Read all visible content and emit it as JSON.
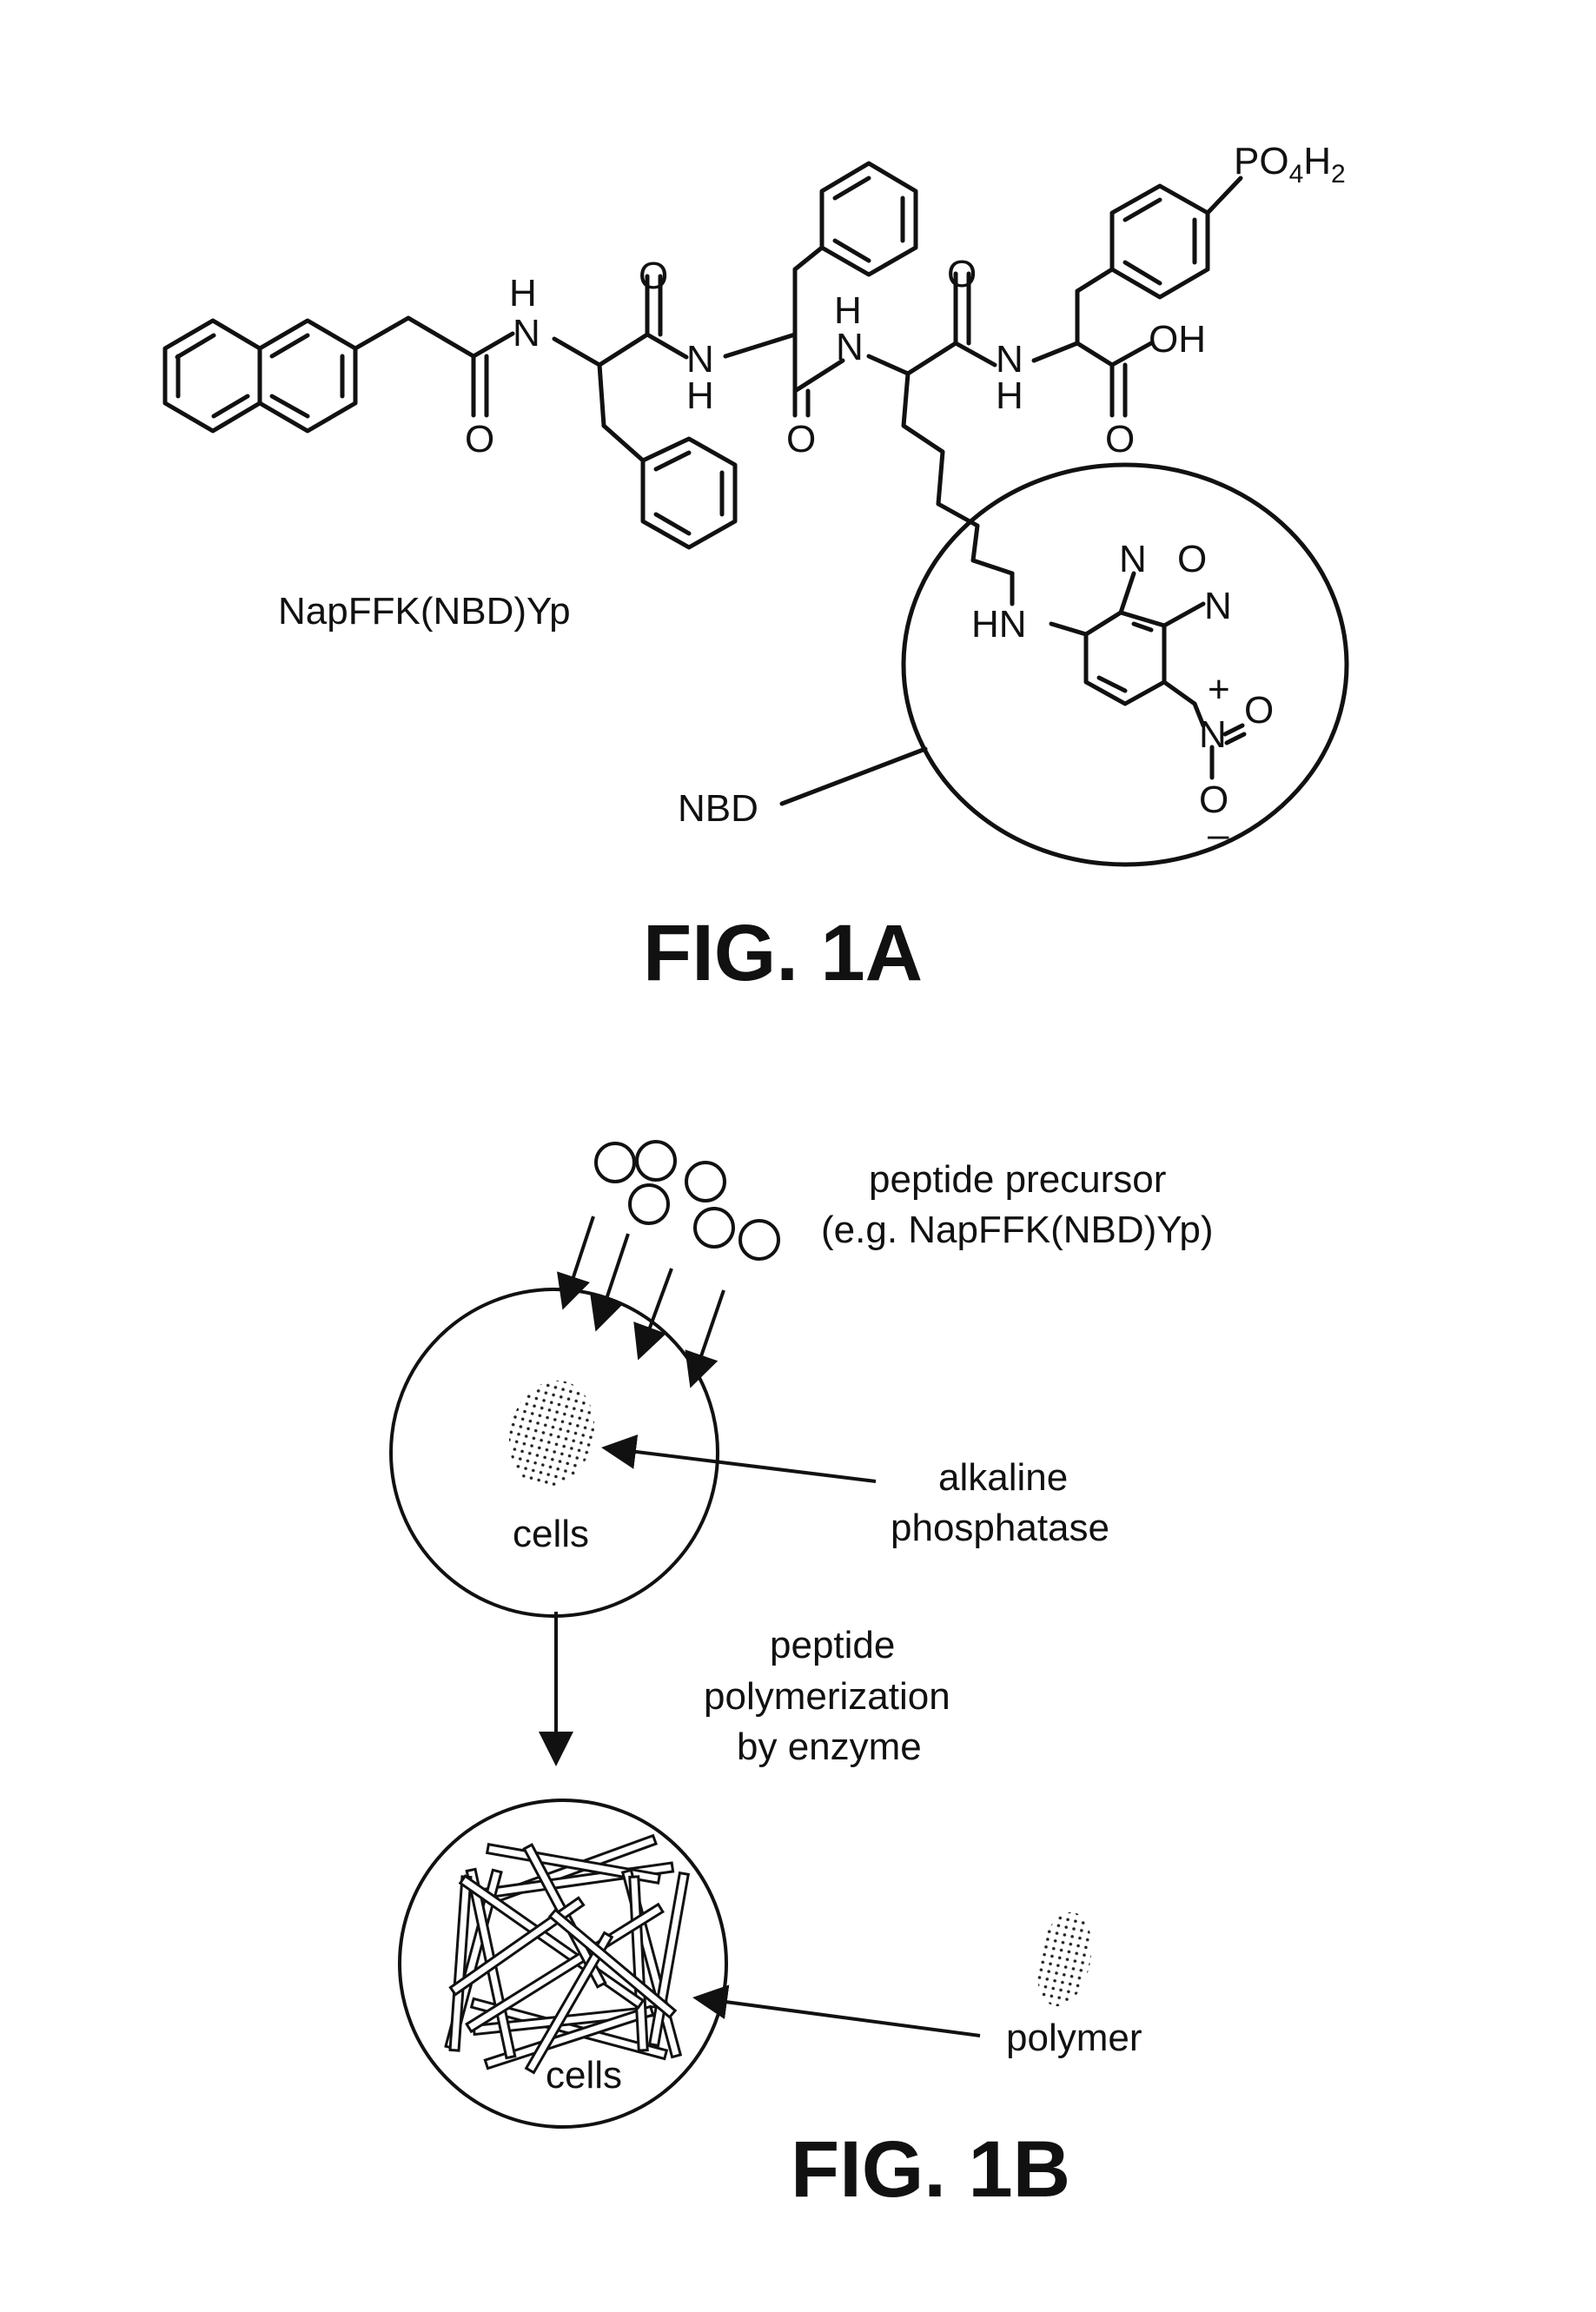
{
  "fig1a": {
    "compound_name": "NapFFK(NBD)Yp",
    "group_label": "NBD",
    "figure_label": "FIG. 1A",
    "atoms": {
      "po4h2_main": "PO",
      "po4h2_sub4": "4",
      "po4h2_h": "H",
      "po4h2_sub2": "2",
      "oh": "OH",
      "hn": "HN",
      "n": "N",
      "o": "O",
      "h": "H",
      "plus": "+",
      "minus": "–"
    }
  },
  "fig1b": {
    "precursor_line1": "peptide precursor",
    "precursor_line2": "(e.g. NapFFK(NBD)Yp)",
    "enzyme_line1": "alkaline",
    "enzyme_line2": "phosphatase",
    "cells_top": "cells",
    "process_line1": "peptide",
    "process_line2": "polymerization",
    "process_line3": "by enzyme",
    "cells_bottom": "cells",
    "polymer_label": "polymer",
    "figure_label": "FIG. 1B"
  }
}
